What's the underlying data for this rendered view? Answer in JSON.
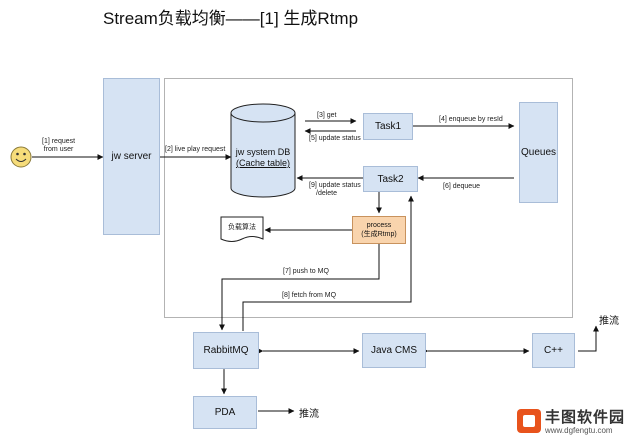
{
  "title": "Stream负载均衡——[1] 生成Rtmp",
  "nodes": {
    "jw_server": "jw server",
    "db_line1": "jw system DB",
    "db_line2": "(Cache table)",
    "task1": "Task1",
    "task2": "Task2",
    "queues": "Queues",
    "process_line1": "process",
    "process_line2": "(生成Rtmp)",
    "doc": "负载算法",
    "rabbitmq": "RabbitMQ",
    "java_cms": "Java CMS",
    "cpp": "C++",
    "pda": "PDA"
  },
  "edges": {
    "request_line1": "[1] request",
    "request_line2": "from user",
    "live_play": "[2] live play request",
    "get": "[3] get",
    "update_status": "[5] update status",
    "enqueue": "[4] enqueue by resId",
    "dequeue": "[6] dequeue",
    "update_delete_line1": "[9] update status",
    "update_delete_line2": "/delete",
    "push_mq": "[7] push to MQ",
    "fetch_mq": "[8] fetch from MQ",
    "push_stream_cpp": "推流",
    "push_stream_pda": "推流"
  },
  "watermark": {
    "name": "丰图软件园",
    "url": "www.dgfengtu.com"
  },
  "colors": {
    "box_fill": "#d6e3f3",
    "box_border": "#a9bdd8",
    "process_fill": "#f9d4ad",
    "line": "#111111",
    "user_face": "#f6dc7a",
    "brand": "#e8531c"
  },
  "icons": [
    "smiley-user-icon",
    "database-cylinder-icon",
    "document-icon",
    "brand-logo-icon"
  ]
}
